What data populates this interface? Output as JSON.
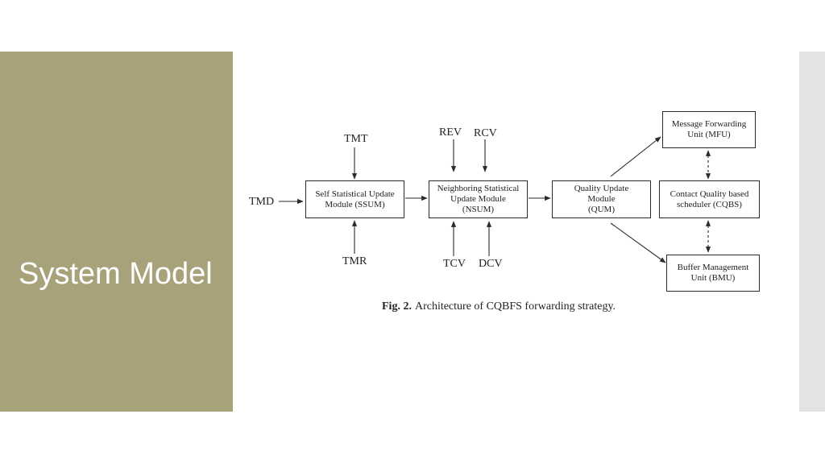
{
  "slide": {
    "title": "System Model"
  },
  "diagram": {
    "boxes": {
      "ssum": "Self Statistical Update\nModule (SSUM)",
      "nsum": "Neighboring Statistical\nUpdate Module\n(NSUM)",
      "qum": "Quality Update\nModule\n(QUM)",
      "mfu": "Message Forwarding\nUnit (MFU)",
      "cqbs": "Contact Quality based\nscheduler (CQBS)",
      "bmu": "Buffer Management\nUnit (BMU)"
    },
    "inputs": {
      "tmd": "TMD",
      "tmt": "TMT",
      "tmr": "TMR",
      "rev": "REV",
      "rcv": "RCV",
      "tcv": "TCV",
      "dcv": "DCV"
    },
    "caption": {
      "label": "Fig. 2.",
      "text": "Architecture of CQBFS forwarding strategy."
    }
  },
  "colors": {
    "left_panel": "#a8a27a",
    "right_strip": "#e3e3e3",
    "line": "#2a2a2a"
  }
}
